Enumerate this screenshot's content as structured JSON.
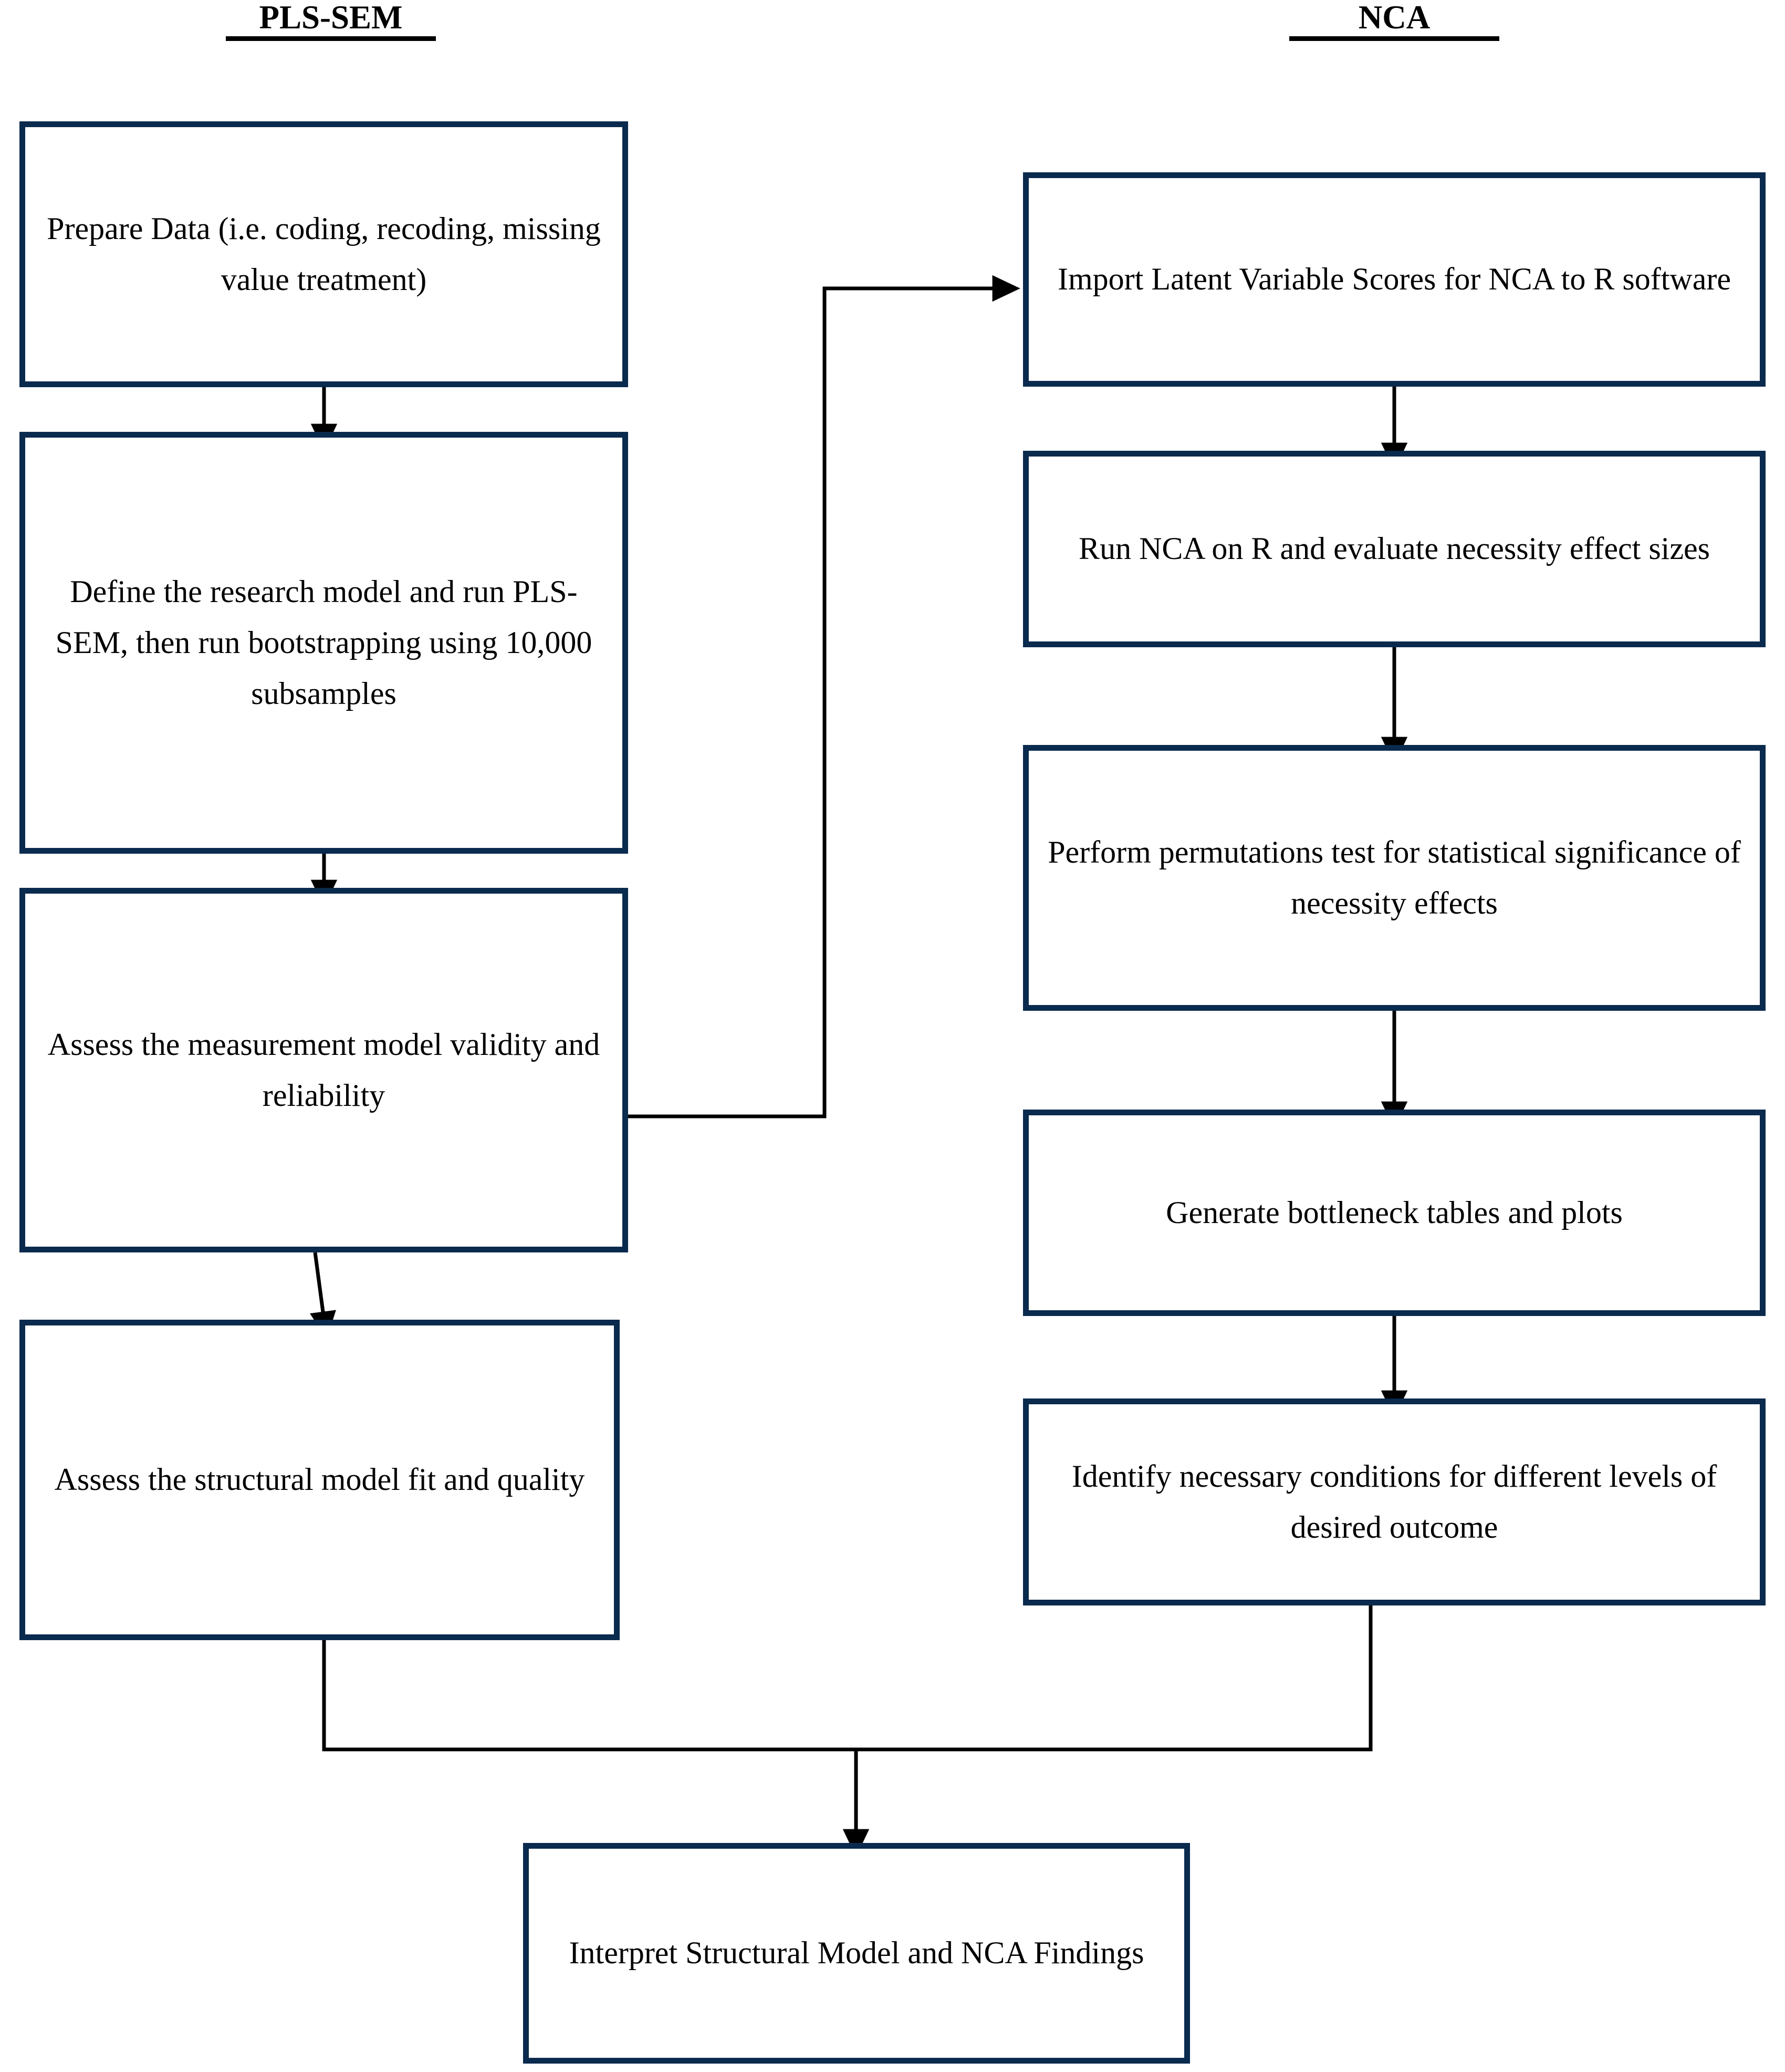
{
  "diagram": {
    "title_left": "PLS-SEM",
    "title_right": "NCA",
    "accent_color": "#0A2A4E",
    "connector_color": "#000000",
    "background": "#FFFFFF"
  },
  "columns": {
    "left": {
      "header": "PLS-SEM",
      "nodes": [
        {
          "id": "prepare-data",
          "text": "Prepare Data (i.e. coding, recoding, missing value treatment)"
        },
        {
          "id": "define-model",
          "text": "Define the research model and run PLS-SEM, then run bootstrapping using 10,000 subsamples"
        },
        {
          "id": "assess-measurement",
          "text": "Assess the measurement model validity and reliability"
        },
        {
          "id": "assess-structural",
          "text": "Assess the structural model fit and quality"
        }
      ]
    },
    "right": {
      "header": "NCA",
      "nodes": [
        {
          "id": "import-scores",
          "text": "Import Latent Variable Scores for NCA to R software"
        },
        {
          "id": "run-nca",
          "text": "Run NCA on R and evaluate necessity effect sizes"
        },
        {
          "id": "permutation-test",
          "text": "Perform permutations test for statistical significance of necessity effects"
        },
        {
          "id": "bottleneck",
          "text": "Generate bottleneck tables and plots"
        },
        {
          "id": "identify-conditions",
          "text": "Identify necessary conditions for different levels of desired outcome"
        }
      ]
    }
  },
  "final_node": {
    "id": "interpret",
    "text": "Interpret Structural Model and NCA Findings"
  },
  "chart_data": {
    "type": "flowchart",
    "title": "PLS-SEM and NCA combined analysis workflow",
    "lanes": [
      {
        "name": "PLS-SEM",
        "steps": [
          "Prepare Data (i.e. coding, recoding, missing value treatment)",
          "Define the research model and run PLS-SEM, then run bootstrapping using 10,000 subsamples",
          "Assess the measurement model validity and reliability",
          "Assess the structural model fit and quality"
        ]
      },
      {
        "name": "NCA",
        "steps": [
          "Import Latent Variable Scores for NCA to R software",
          "Run NCA on R and evaluate necessity effect sizes",
          "Perform permutations test for statistical significance of necessity effects",
          "Generate bottleneck tables and plots",
          "Identify necessary conditions for different levels of desired outcome"
        ]
      }
    ],
    "edges": [
      {
        "from": "prepare-data",
        "to": "define-model",
        "style": "arrow-down"
      },
      {
        "from": "define-model",
        "to": "assess-measurement",
        "style": "arrow-down"
      },
      {
        "from": "assess-measurement",
        "to": "assess-structural",
        "style": "arrow-down"
      },
      {
        "from": "assess-measurement",
        "to": "import-scores",
        "style": "orthogonal-right-up-arrow"
      },
      {
        "from": "import-scores",
        "to": "run-nca",
        "style": "arrow-down"
      },
      {
        "from": "run-nca",
        "to": "permutation-test",
        "style": "arrow-down"
      },
      {
        "from": "permutation-test",
        "to": "bottleneck",
        "style": "arrow-down"
      },
      {
        "from": "bottleneck",
        "to": "identify-conditions",
        "style": "arrow-down"
      },
      {
        "from": "assess-structural",
        "to": "interpret",
        "style": "orthogonal-merge-arrow"
      },
      {
        "from": "identify-conditions",
        "to": "interpret",
        "style": "orthogonal-merge-arrow"
      }
    ],
    "terminal": "Interpret Structural Model and NCA Findings"
  }
}
